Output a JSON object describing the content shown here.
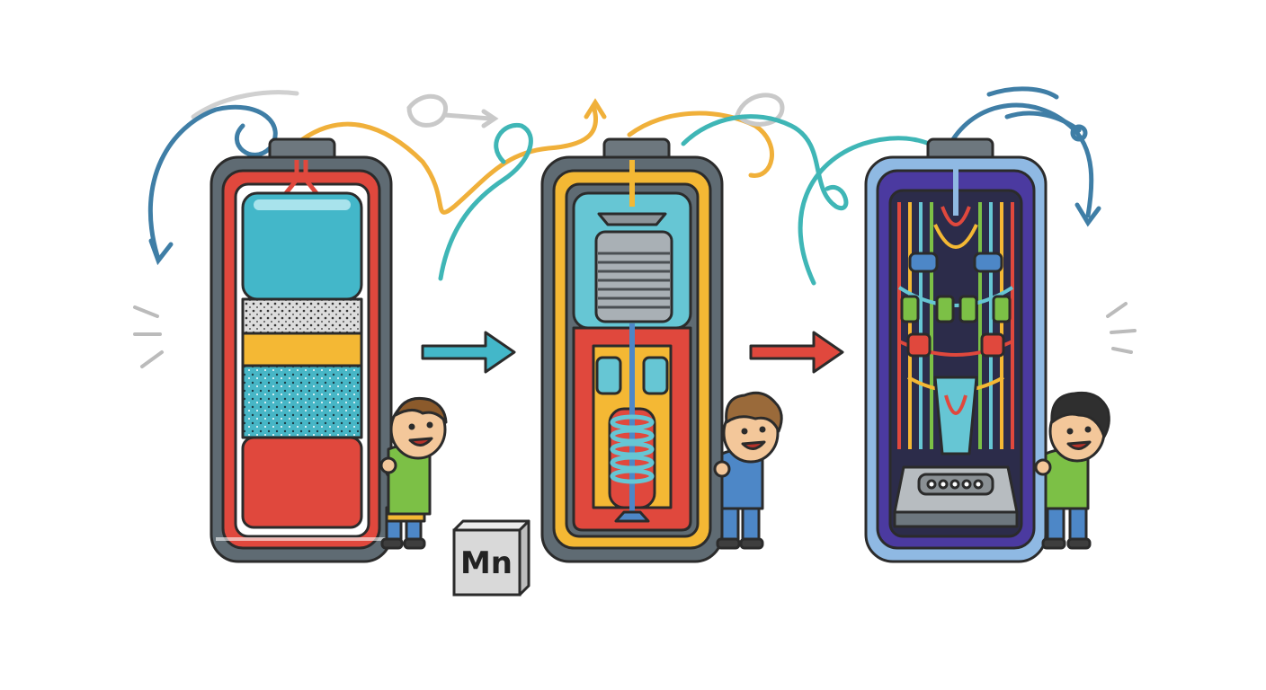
{
  "element_tile": {
    "symbol": "Mn"
  },
  "colors": {
    "outline": "#2b2b2b",
    "casing_gray": "#5f6b73",
    "teal": "#43b7c9",
    "yellow": "#f4b834",
    "red": "#e0483d",
    "green": "#7cc046",
    "blue": "#4d87c7",
    "purple": "#4b3aa0",
    "light_blue_casing": "#8fb9e3"
  },
  "icons": {
    "arrow_1": "right-arrow-teal",
    "arrow_2": "right-arrow-red",
    "tile": "element-tile"
  }
}
